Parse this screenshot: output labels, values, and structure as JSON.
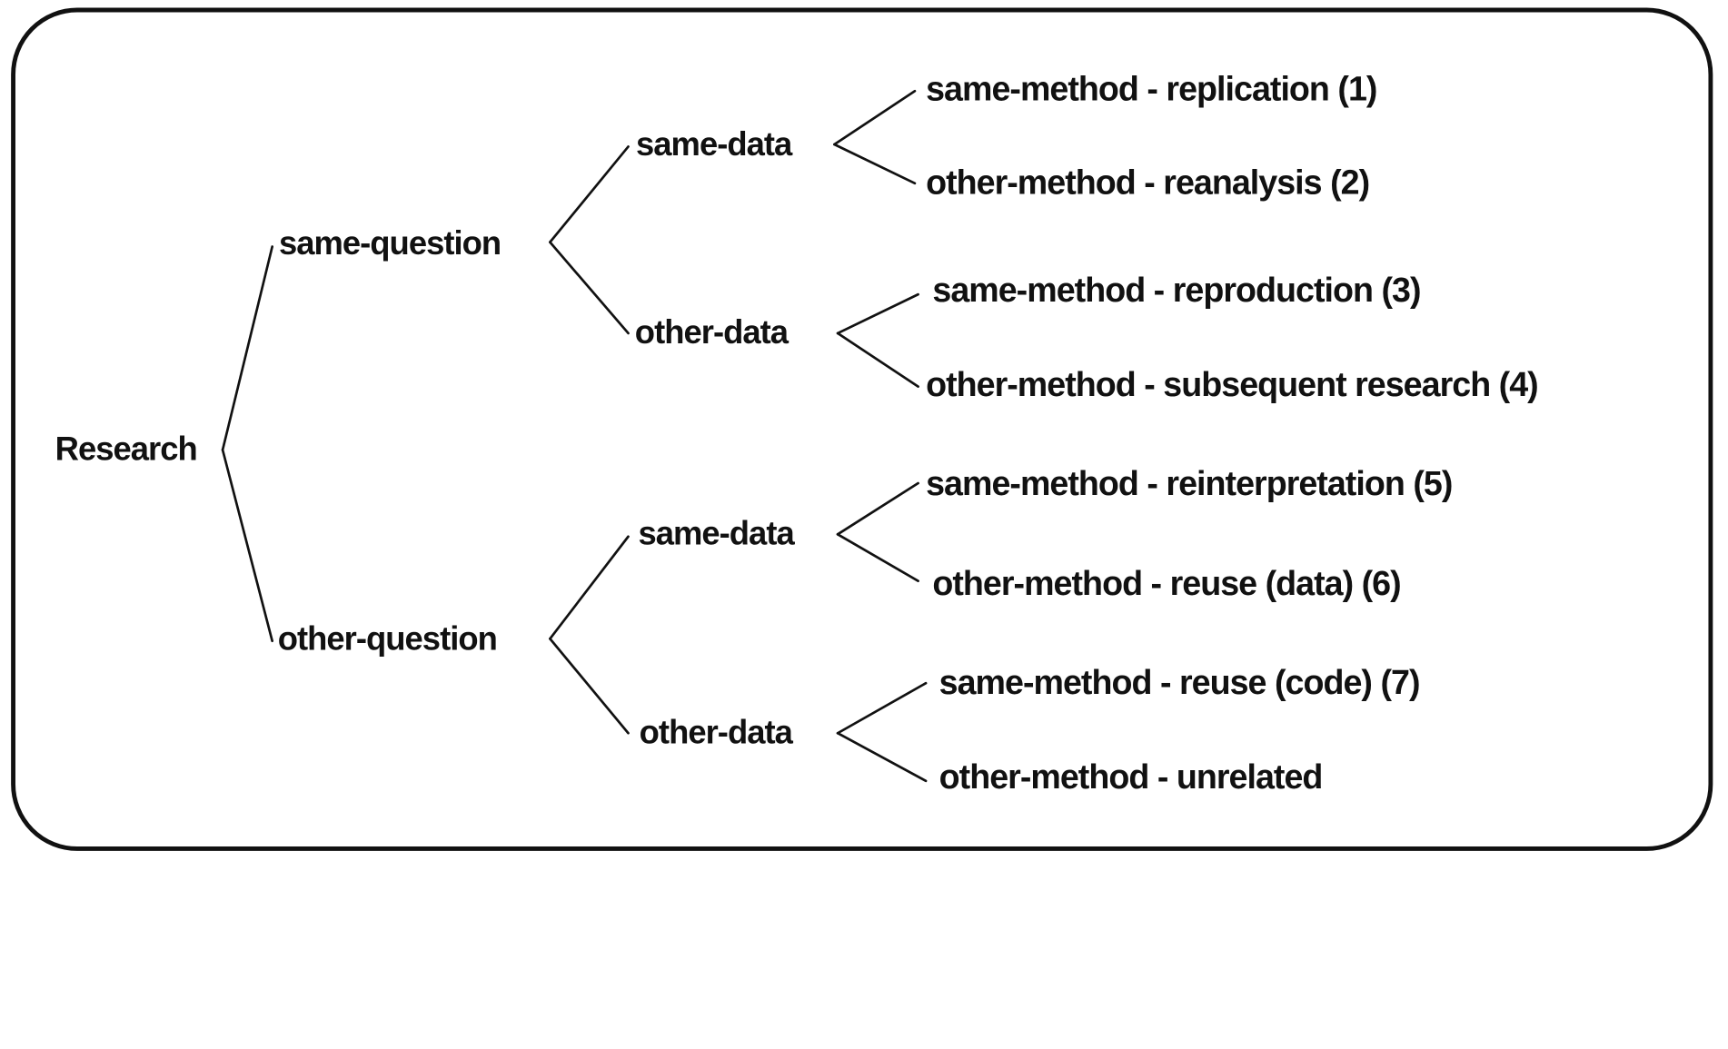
{
  "tree": {
    "root": "Research",
    "branches": [
      {
        "label": "same-question",
        "children": [
          {
            "label": "same-data",
            "leaves": [
              "same-method - replication (1)",
              "other-method - reanalysis (2)"
            ]
          },
          {
            "label": "other-data",
            "leaves": [
              "same-method - reproduction (3)",
              "other-method - subsequent research (4)"
            ]
          }
        ]
      },
      {
        "label": "other-question",
        "children": [
          {
            "label": "same-data",
            "leaves": [
              "same-method - reinterpretation (5)",
              "other-method - reuse (data) (6)"
            ]
          },
          {
            "label": "other-data",
            "leaves": [
              "same-method - reuse (code) (7)",
              "other-method - unrelated"
            ]
          }
        ]
      }
    ]
  },
  "colors": {
    "stroke": "#111111",
    "text": "#111111",
    "background": "#ffffff"
  }
}
